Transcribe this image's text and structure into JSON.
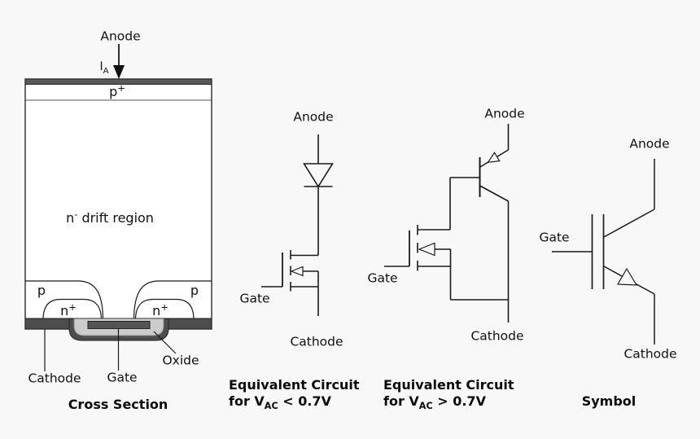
{
  "colors": {
    "background": "#f8f8f8",
    "line": "#1a1a1a",
    "metal_top": "#5a5a5a",
    "metal_bottom": "#4d4d4d",
    "oxide": "#cccccc",
    "gate_fill": "#555555",
    "silicon": "#ffffff"
  },
  "cross_section": {
    "anode_label": "Anode",
    "current_label": {
      "base": "I",
      "sub": "A"
    },
    "p_plus": {
      "base": "p",
      "sup": "+"
    },
    "drift_label": {
      "base": "n",
      "sup": "-",
      "rest": " drift region"
    },
    "p_left": "p",
    "p_right": "p",
    "n_plus_left": {
      "base": "n",
      "sup": "+"
    },
    "n_plus_right": {
      "base": "n",
      "sup": "+"
    },
    "cathode_label": "Cathode",
    "gate_label": "Gate",
    "oxide_label": "Oxide",
    "caption": "Cross Section"
  },
  "equiv_circuit_low": {
    "anode_label": "Anode",
    "gate_label": "Gate",
    "cathode_label": "Cathode",
    "caption_line1": "Equivalent Circuit",
    "caption_line2": {
      "prefix": "for V",
      "sub": "AC",
      "suffix": " < 0.7V"
    }
  },
  "equiv_circuit_high": {
    "anode_label": "Anode",
    "gate_label": "Gate",
    "cathode_label": "Cathode",
    "caption_line1": "Equivalent Circuit",
    "caption_line2": {
      "prefix": "for V",
      "sub": "AC",
      "suffix": " > 0.7V"
    }
  },
  "symbol": {
    "anode_label": "Anode",
    "gate_label": "Gate",
    "cathode_label": "Cathode",
    "caption": "Symbol"
  }
}
